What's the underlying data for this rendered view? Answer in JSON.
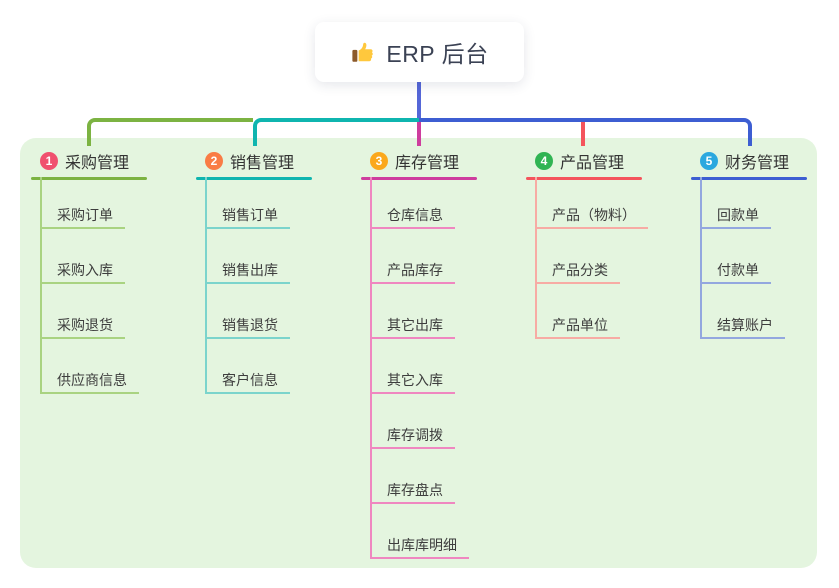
{
  "root": {
    "icon": "thumbs-up",
    "label": "ERP 后台",
    "line_color": "#5567D8"
  },
  "panel": {
    "bg_color": "#E4F5DF"
  },
  "branches": [
    {
      "num": "1",
      "label": "采购管理",
      "badge_color": "#F0506E",
      "line_color": "#7CB342",
      "child_line_color": "#A9D381",
      "children": [
        "采购订单",
        "采购入库",
        "采购退货",
        "供应商信息"
      ]
    },
    {
      "num": "2",
      "label": "销售管理",
      "badge_color": "#F97C45",
      "line_color": "#0FB5AF",
      "child_line_color": "#7BD4CC",
      "children": [
        "销售订单",
        "销售出库",
        "销售退货",
        "客户信息"
      ]
    },
    {
      "num": "3",
      "label": "库存管理",
      "badge_color": "#FBA81C",
      "line_color": "#CE3D9E",
      "child_line_color": "#EF87C0",
      "children": [
        "仓库信息",
        "产品库存",
        "其它出库",
        "其它入库",
        "库存调拨",
        "库存盘点",
        "出库库明细"
      ]
    },
    {
      "num": "4",
      "label": "产品管理",
      "badge_color": "#30B453",
      "line_color": "#F4545C",
      "child_line_color": "#F7ABA4",
      "children": [
        "产品（物料）",
        "产品分类",
        "产品单位"
      ]
    },
    {
      "num": "5",
      "label": "财务管理",
      "badge_color": "#2BA8DF",
      "line_color": "#3D5ED2",
      "child_line_color": "#93A7DF",
      "children": [
        "回款单",
        "付款单",
        "结算账户"
      ]
    }
  ]
}
